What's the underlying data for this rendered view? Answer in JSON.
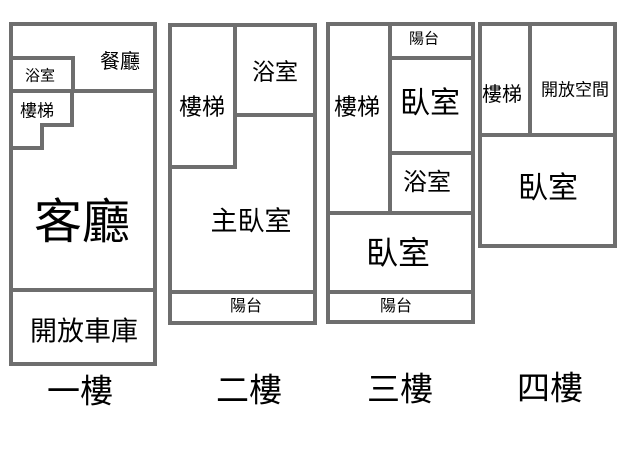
{
  "colors": {
    "wall": "#6e6e6e",
    "text": "#000000",
    "background": "#ffffff"
  },
  "floors": [
    {
      "caption": "一樓",
      "rooms": [
        {
          "id": "dining-room",
          "label": "餐廳"
        },
        {
          "id": "bathroom",
          "label": "浴室"
        },
        {
          "id": "stairs",
          "label": "樓梯"
        },
        {
          "id": "living-room",
          "label": "客廳"
        },
        {
          "id": "open-garage",
          "label": "開放車庫"
        }
      ]
    },
    {
      "caption": "二樓",
      "rooms": [
        {
          "id": "stairs",
          "label": "樓梯"
        },
        {
          "id": "bathroom",
          "label": "浴室"
        },
        {
          "id": "master-bedroom",
          "label": "主臥室"
        },
        {
          "id": "balcony",
          "label": "陽台"
        }
      ]
    },
    {
      "caption": "三樓",
      "rooms": [
        {
          "id": "stairs",
          "label": "樓梯"
        },
        {
          "id": "balcony-top",
          "label": "陽台"
        },
        {
          "id": "bedroom-right",
          "label": "臥室"
        },
        {
          "id": "bathroom",
          "label": "浴室"
        },
        {
          "id": "bedroom-main",
          "label": "臥室"
        },
        {
          "id": "balcony-bottom",
          "label": "陽台"
        }
      ]
    },
    {
      "caption": "四樓",
      "rooms": [
        {
          "id": "stairs",
          "label": "樓梯"
        },
        {
          "id": "open-space",
          "label": "開放空間"
        },
        {
          "id": "bedroom",
          "label": "臥室"
        }
      ]
    }
  ]
}
